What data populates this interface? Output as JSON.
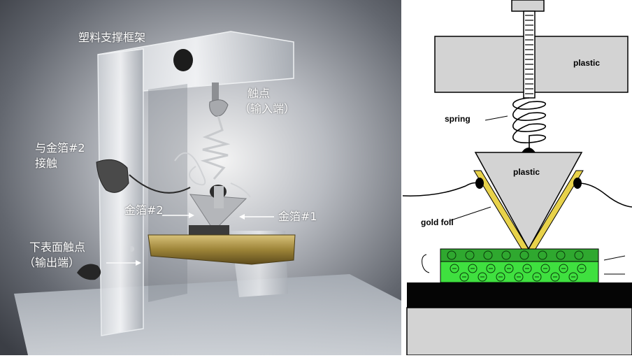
{
  "photo": {
    "labels": {
      "frame": "塑料支撑框架",
      "contact_point": "触点",
      "input_end": "（输入端）",
      "gold_foil_contact_line1": "与金箔#2",
      "gold_foil_contact_line2": "接触",
      "gold_foil_2": "金箔#2",
      "gold_foil_1": "金箔#1",
      "bottom_contact_line1": "下表面触点",
      "bottom_contact_line2": "（输出端）"
    }
  },
  "diagram": {
    "labels": {
      "plastic_top": "plastic",
      "spring": "spring",
      "plastic_wedge": "plastic",
      "gold_foil": "gold foil"
    },
    "colors": {
      "plastic": "#d3d3d3",
      "gold_foil": "#e8d24a",
      "n_layer": "#2fa82f",
      "p_layer": "#3fe03f",
      "base": "#050505"
    }
  }
}
